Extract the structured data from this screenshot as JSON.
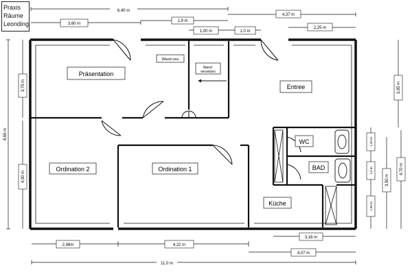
{
  "title": [
    "Praxis",
    "Räume",
    "Leonding"
  ],
  "rooms": {
    "praesentation": "Präsentation",
    "entree": "Entree",
    "ordination2": "Ordination 2",
    "ordination1": "Ordination  1",
    "wc": "WC",
    "bad": "BAD",
    "kueche": "Küche"
  },
  "notes": {
    "wand_neu": "Wand neu",
    "wand_versetzen": "Wand\nversetzen"
  },
  "dimensions": {
    "top_640": "6,40 m",
    "top_360": "3,60 m",
    "top_190": "1.9 m",
    "top_100": "1,00 m",
    "top_10": "1.0 m",
    "top_437": "4,37 m",
    "top_225": "2,25 m",
    "left_865": "8,65 m",
    "left_375": "3,75 m",
    "left_490": "4,90 m",
    "right_395": "3,95 m",
    "right_120": "1,20 m",
    "right_150": "1,5 m",
    "right_350": "3,50 m",
    "right_470": "4,70 m",
    "right_150b": "1,50 m",
    "bottom_296": "2,96m",
    "bottom_422": "4,22 m",
    "bottom_316": "3,16 m",
    "bottom_407": "4,07 m",
    "bottom_1100": "11,0 m"
  }
}
